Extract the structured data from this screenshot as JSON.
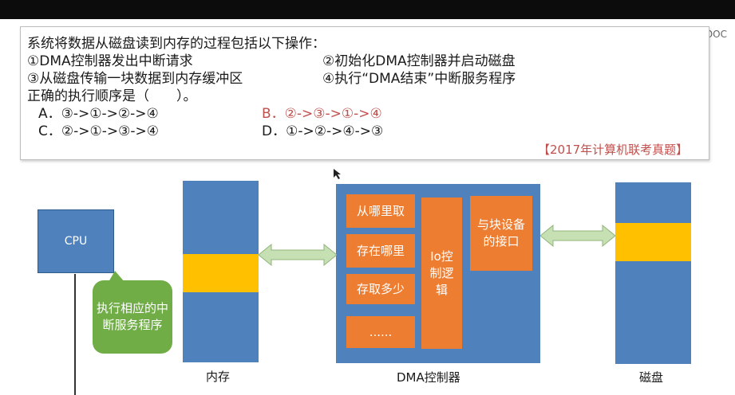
{
  "watermark": "中国大学MOOC",
  "question": {
    "stem": "系统将数据从磁盘读到内存的过程包括以下操作：",
    "op1": "①DMA控制器发出中断请求",
    "op2": "②初始化DMA控制器并启动磁盘",
    "op3": "③从磁盘传输一块数据到内存缓冲区",
    "op4": "④执行“DMA结束”中断服务程序",
    "prompt": "正确的执行顺序是（　　）。",
    "options": {
      "A": "A．③->①->②->④",
      "B": "B．②->③->①->④",
      "C": "C．②->①->③->④",
      "D": "D．①->②->④->③"
    },
    "source": "【2017年计算机联考真题】"
  },
  "diagram": {
    "cpu": "CPU",
    "cpu_bubble": "执行相应的中断服务程序",
    "memory_label": "内存",
    "dma_label": "DMA控制器",
    "disk_label": "磁盘",
    "dma_items": [
      "从哪里取",
      "存在哪里",
      "存取多少",
      "......"
    ],
    "io_logic": "Io控制逻辑",
    "block_interface": "与块设备的接口"
  },
  "colors": {
    "blue": "#4f81bd",
    "orange": "#ed7d31",
    "yellow": "#ffc000",
    "green": "#70ad47",
    "arrow": "#c6e0b4"
  }
}
